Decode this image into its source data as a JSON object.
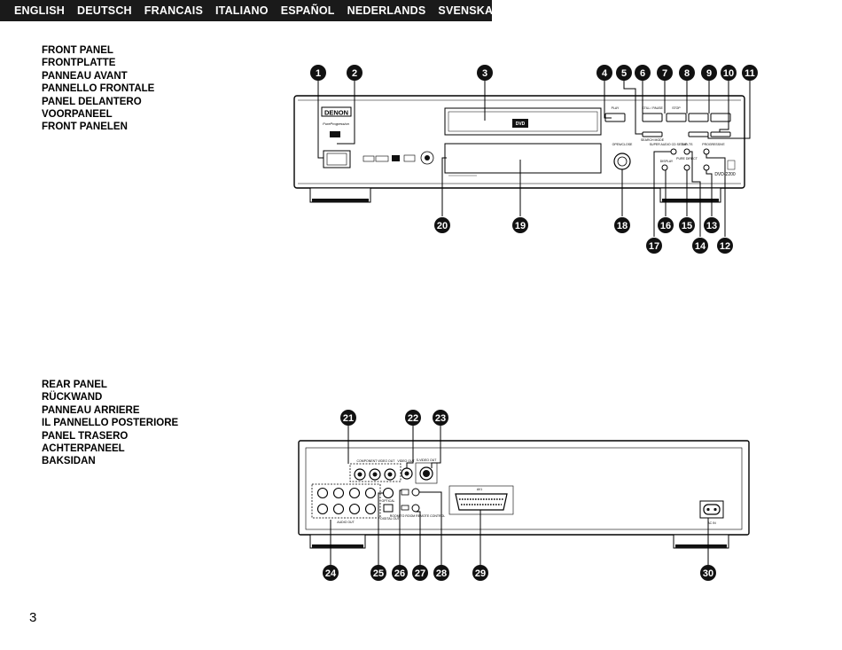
{
  "languages": [
    "ENGLISH",
    "DEUTSCH",
    "FRANCAIS",
    "ITALIANO",
    "ESPAÑOL",
    "NEDERLANDS",
    "SVENSKA"
  ],
  "front_panel_titles": [
    "FRONT PANEL",
    "FRONTPLATTE",
    "PANNEAU AVANT",
    "PANNELLO FRONTALE",
    "PANEL DELANTERO",
    "VOORPANEEL",
    "FRONT PANELEN"
  ],
  "rear_panel_titles": [
    "REAR PANEL",
    "RÜCKWAND",
    "PANNEAU ARRIERE",
    "IL PANNELLO POSTERIORE",
    "PANEL TRASERO",
    "ACHTERPANEEL",
    "BAKSIDAN"
  ],
  "page_number": "3",
  "front_labels": {
    "brand": "DENON",
    "pure_progression": "PureProgression",
    "dvd_logo": "DVD",
    "play": "PLAY",
    "still_pause": "STILL / PAUSE",
    "stop": "STOP",
    "search_mode": "SEARCH MODE",
    "open_close": "OPEN/CLOSE",
    "super_audio_cd_setup": "SUPER AUDIO CD SETUP",
    "dvd_ts": "DVD-TS",
    "progressive": "PROGRESSIVE",
    "pure_direct": "PURE DIRECT",
    "display": "DISPLAY",
    "model": "DVD-2200"
  },
  "rear_labels": {
    "component_video_out": "COMPONENT VIDEO OUT",
    "video_out": "VIDEO OUT",
    "s_video_out": "S-VIDEO OUT",
    "audio_out": "AUDIO OUT",
    "optical": "OPTICAL",
    "digital_out": "DIGITAL OUT",
    "room_to_room": "ROOM TO ROOM REMOTE CONTROL",
    "av": "AV1",
    "ac_in": "AC IN"
  },
  "callouts_front": [
    "1",
    "2",
    "3",
    "4",
    "5",
    "6",
    "7",
    "8",
    "9",
    "10",
    "11",
    "12",
    "13",
    "14",
    "15",
    "16",
    "17",
    "18",
    "19",
    "20"
  ],
  "callouts_rear": [
    "21",
    "22",
    "23",
    "24",
    "25",
    "26",
    "27",
    "28",
    "29",
    "30"
  ]
}
